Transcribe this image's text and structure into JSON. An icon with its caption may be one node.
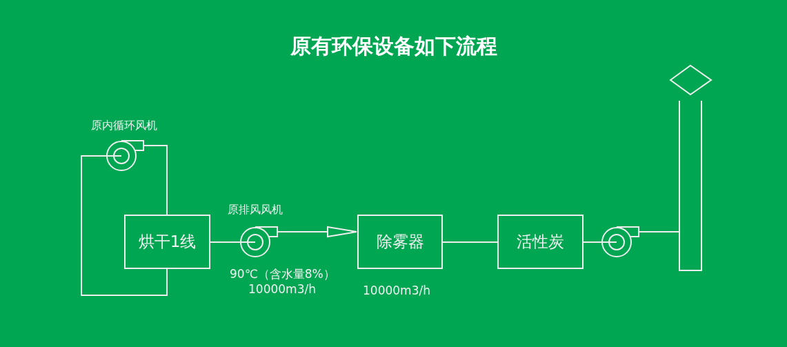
{
  "diagram": {
    "title": "原有环保设备如下流程",
    "nodes": [
      {
        "text": [
          "烘干1线"
        ]
      },
      {
        "text": [
          "原内循环风机"
        ]
      },
      {
        "text": [
          "原排风风机"
        ],
        "beside": [
          "90℃（含水量8%）",
          "10000m3/h"
        ]
      },
      {
        "text": [
          "除雾器"
        ],
        "beside": [
          "10000m3/h"
        ]
      },
      {
        "text": [
          "活性炭"
        ]
      },
      {
        "text": [],
        "shape": "fan"
      },
      {
        "text": [],
        "shape": "chimney"
      }
    ],
    "edges": [
      {
        "from": 1,
        "to": 0,
        "arrow": "none"
      },
      {
        "from": 0,
        "to": 1,
        "arrow": "none"
      },
      {
        "from": 0,
        "to": 2,
        "arrow": "none"
      },
      {
        "from": 2,
        "to": 3,
        "arrow": "to"
      },
      {
        "from": 3,
        "to": 4,
        "arrow": "none"
      },
      {
        "from": 4,
        "to": 5,
        "arrow": "none"
      },
      {
        "from": 5,
        "to": 6,
        "arrow": "none"
      }
    ]
  }
}
